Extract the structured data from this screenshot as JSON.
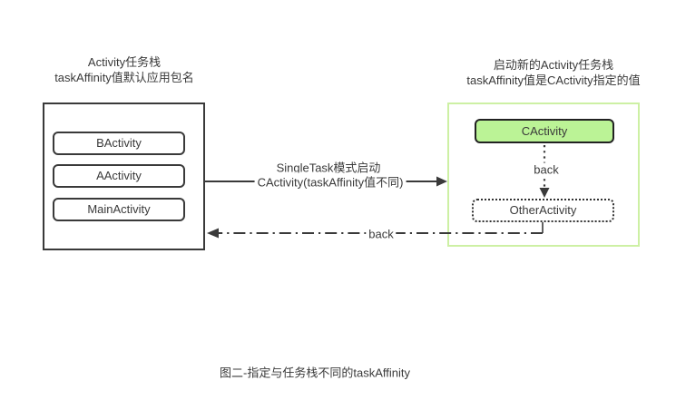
{
  "caption": "图二-指定与任务栈不同的taskAffinity",
  "left_stack": {
    "title_line1": "Activity任务栈",
    "title_line2": "taskAffinity值默认应用包名",
    "items": [
      {
        "label": "BActivity"
      },
      {
        "label": "AActivity"
      },
      {
        "label": "MainActivity"
      }
    ]
  },
  "right_stack": {
    "title_line1": "启动新的Activity任务栈",
    "title_line2": "taskAffinity值是CActivity指定的值",
    "top_activity": "CActivity",
    "back_label": "back",
    "bottom_activity": "OtherActivity"
  },
  "launch_arrow": {
    "label_line1": "SingleTask模式启动",
    "label_line2": "CActivity(taskAffinity值不同)"
  },
  "back_arrow": {
    "label": "back"
  },
  "colors": {
    "ink": "#3a3a3a",
    "activity_green": "#bbf396",
    "task_border_green": "#cdf0a4",
    "background": "#ffffff"
  }
}
